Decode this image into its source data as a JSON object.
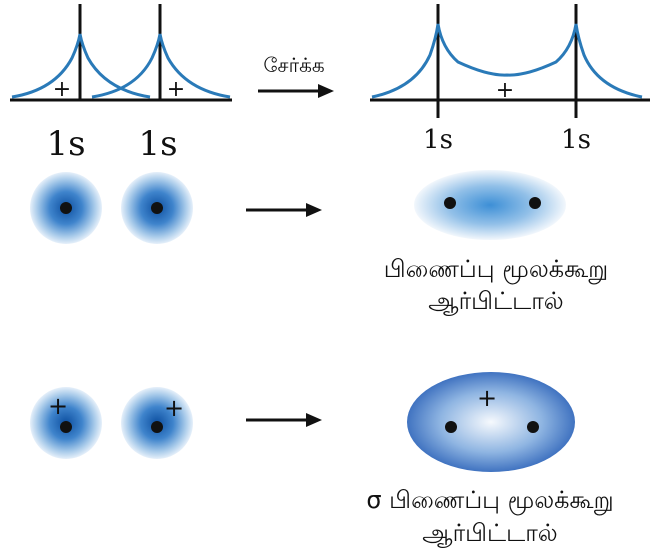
{
  "top_row": {
    "left_label_1": "1s",
    "left_label_2": "1s",
    "plus_left_1": "+",
    "plus_left_2": "+",
    "arrow_label": "சேர்க்க",
    "right_plus": "+",
    "right_label_1": "1s",
    "right_label_2": "1s"
  },
  "middle_row": {
    "caption_line1": "பிணைப்பு மூலக்கூறு",
    "caption_line2": "ஆர்பிட்டால்"
  },
  "bottom_row": {
    "plus_atom_1": "+",
    "plus_atom_2": "+",
    "plus_molecule": "+",
    "caption_line1": "σ பிணைப்பு மூலக்கூறு",
    "caption_line2": "ஆர்பிட்டால்"
  },
  "colors": {
    "curve": "#2a7ab8",
    "axis": "#111111",
    "orbital": "#1f63b5"
  }
}
